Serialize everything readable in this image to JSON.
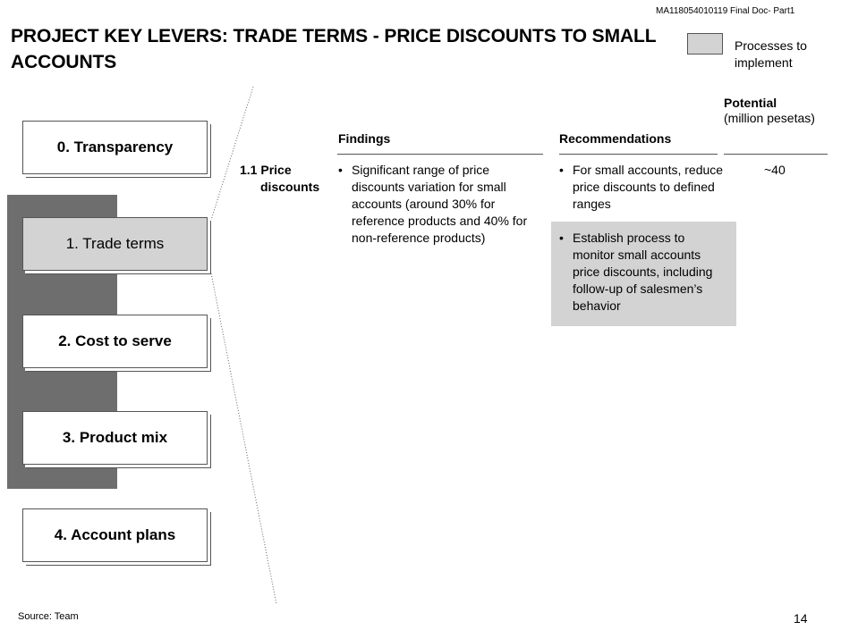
{
  "header": {
    "doc_id": "MA118054010119 Final Doc- Part1",
    "title": "PROJECT KEY LEVERS: TRADE TERMS - PRICE DISCOUNTS TO SMALL ACCOUNTS"
  },
  "legend": {
    "label": "Processes to implement",
    "swatch_color": "#d3d3d3"
  },
  "levers": [
    {
      "label": "0. Transparency",
      "active": false
    },
    {
      "label": "1. Trade terms",
      "active": true
    },
    {
      "label": "2. Cost to serve",
      "active": false
    },
    {
      "label": "3. Product mix",
      "active": false
    },
    {
      "label": "4. Account plans",
      "active": false
    }
  ],
  "columns": {
    "findings": "Findings",
    "recommendations": "Recommendations",
    "potential_title": "Potential",
    "potential_unit": "(million pesetas)"
  },
  "row": {
    "label_line1": "1.1 Price",
    "label_line2": "discounts",
    "finding": "Significant range of price discounts variation for small accounts (around 30% for reference products and 40% for non-reference products)",
    "recommendations": [
      "For small accounts, reduce price discounts to defined ranges",
      "Establish process to monitor small accounts price discounts, including follow-up of salesmen’s behavior"
    ],
    "potential": "~40"
  },
  "footer": {
    "source": "Source:  Team",
    "page": "14"
  },
  "colors": {
    "dark_panel": "#6e6e6e",
    "highlight": "#d3d3d3"
  }
}
